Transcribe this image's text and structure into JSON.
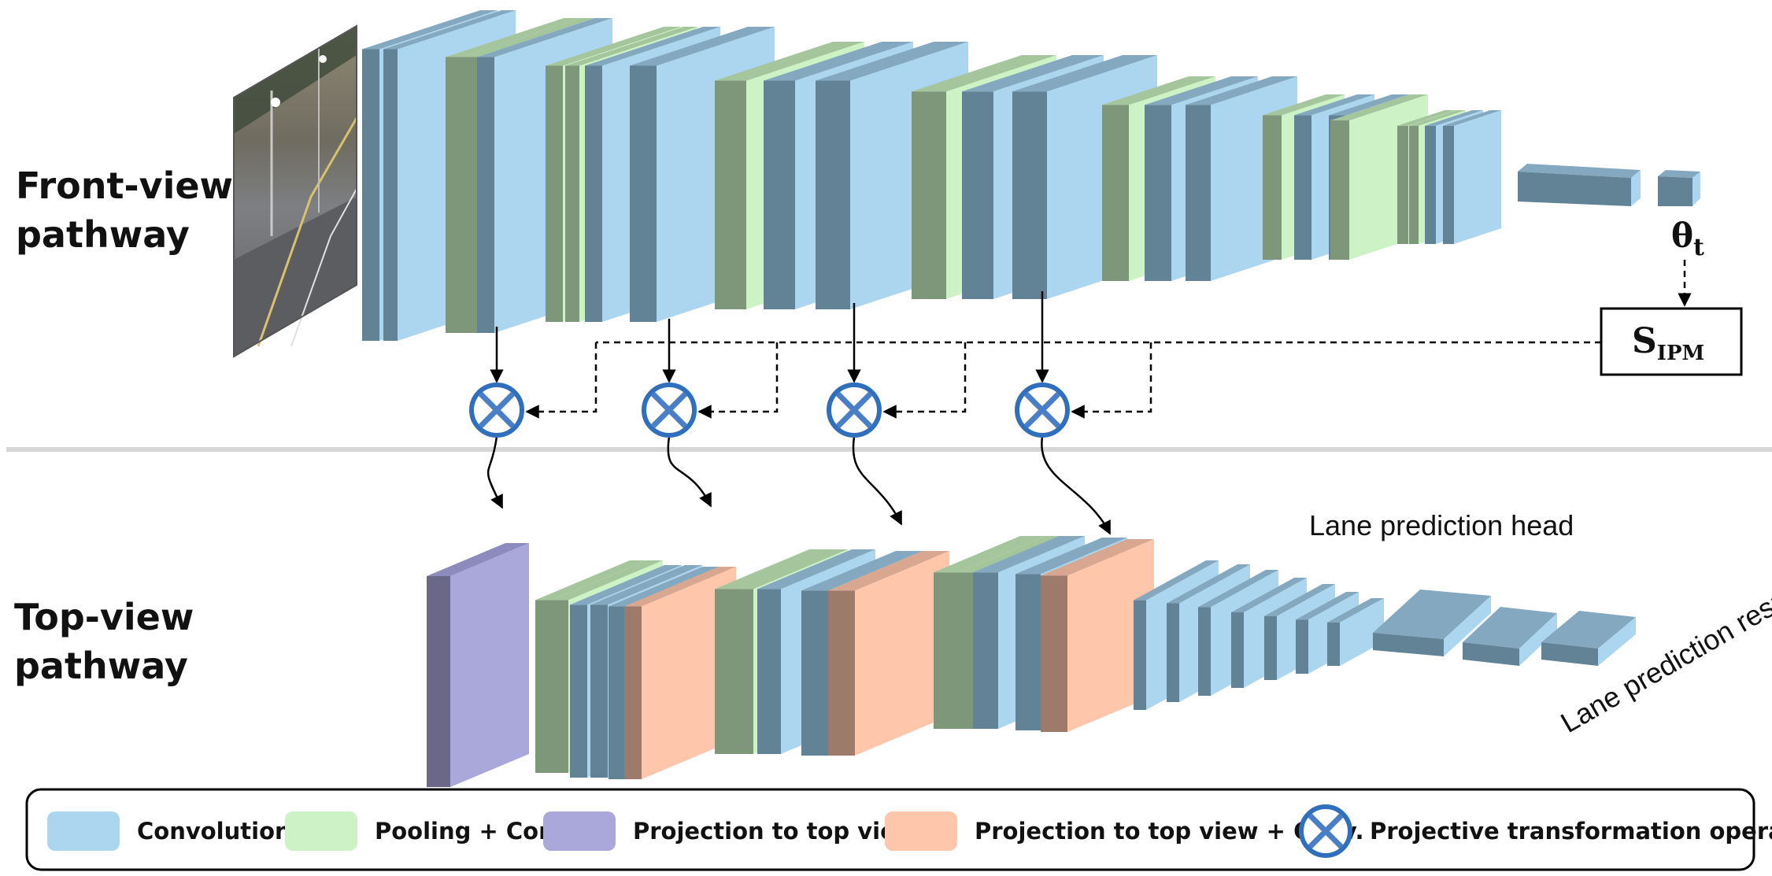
{
  "pathways": {
    "front_view": "Front-view\npathway",
    "top_view": "Top-view\npathway"
  },
  "labels": {
    "lane_head": "Lane prediction head",
    "lane_results": "Lane prediction results",
    "theta_main": "θ",
    "theta_sub": "t",
    "sipm_main": "S",
    "sipm_sub": "IPM"
  },
  "legend": [
    {
      "key": "conv",
      "label": "Convolution",
      "color": "#acd6ef"
    },
    {
      "key": "pool",
      "label": "Pooling + Conv.",
      "color": "#cdf2c6"
    },
    {
      "key": "proj",
      "label": "Projection to top view",
      "color": "#aaa8da"
    },
    {
      "key": "projconv",
      "label": "Projection to top view + Conv.",
      "color": "#fec6ab"
    },
    {
      "key": "op",
      "label": "Projective transformation operation",
      "color": "#2f6fbd"
    }
  ],
  "colors": {
    "conv": "#acd6ef",
    "pool": "#cdf2c6",
    "proj": "#aaa8da",
    "projconv": "#fec6ab",
    "operator": "#2f6fbd",
    "separator": "#d6d6d6"
  }
}
